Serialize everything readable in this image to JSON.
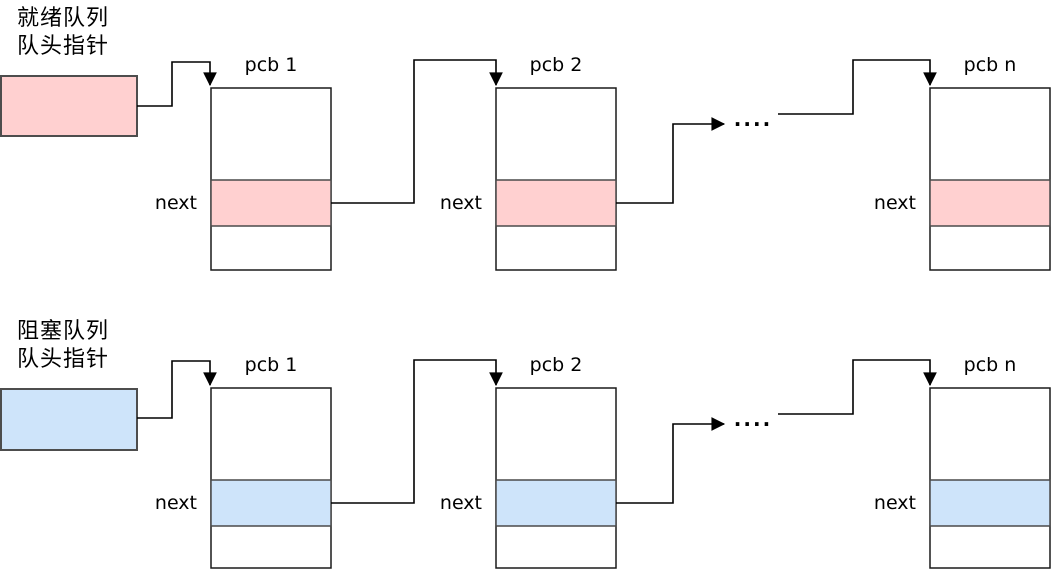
{
  "colors": {
    "ready": "#ffd0d0",
    "blocked": "#cee4fa",
    "pointer_border": "#4d4d4d",
    "node_border": "#1a1a1a",
    "next_border": "#4a4a4a",
    "connector": "#000000"
  },
  "queues": [
    {
      "id": "ready-queue",
      "label_line1": "就绪队列",
      "label_line2": "队头指针",
      "dots": "....",
      "nodes": [
        {
          "title": "pcb 1",
          "next_label": "next"
        },
        {
          "title": "pcb 2",
          "next_label": "next"
        },
        {
          "title": "pcb n",
          "next_label": "next"
        }
      ]
    },
    {
      "id": "blocked-queue",
      "label_line1": "阻塞队列",
      "label_line2": "队头指针",
      "dots": "....",
      "nodes": [
        {
          "title": "pcb 1",
          "next_label": "next"
        },
        {
          "title": "pcb 2",
          "next_label": "next"
        },
        {
          "title": "pcb n",
          "next_label": "next"
        }
      ]
    }
  ]
}
